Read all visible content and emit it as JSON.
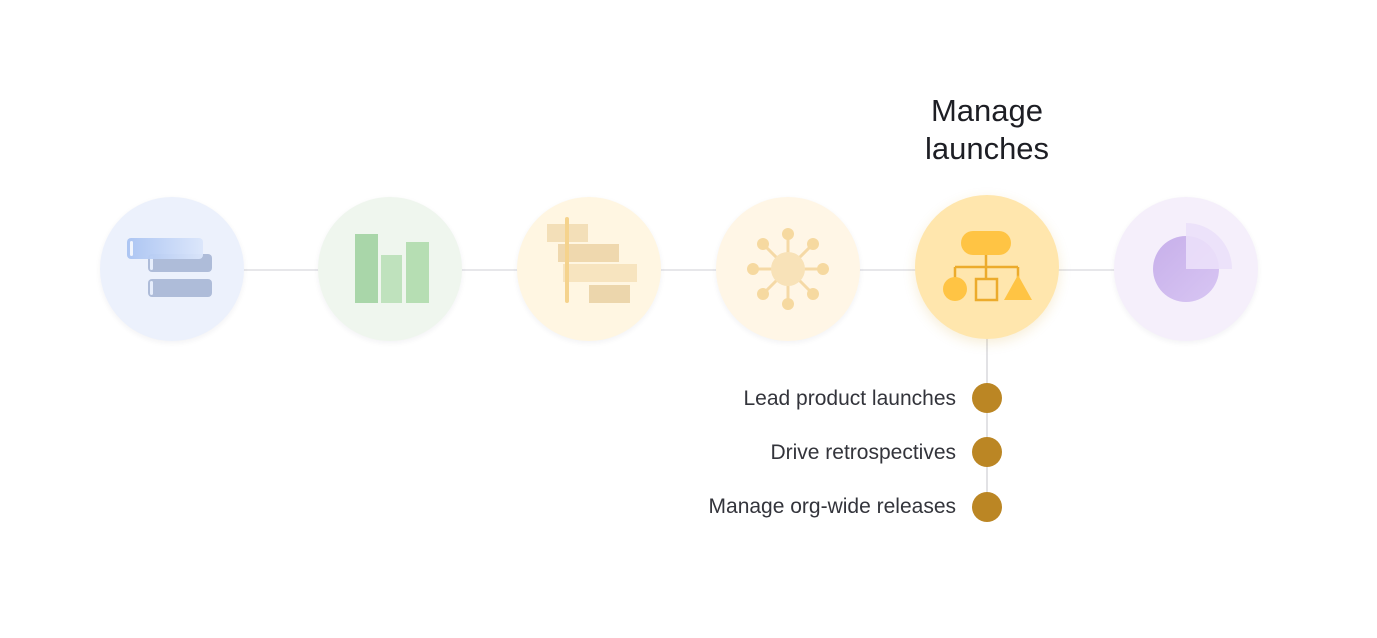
{
  "active_step": {
    "title_lines": [
      "Manage",
      "launches"
    ],
    "items": [
      "Lead product launches",
      "Drive retrospectives",
      "Manage org-wide releases"
    ]
  },
  "steps": [
    {
      "icon": "stacked-bars-icon",
      "color": "#ecf1fc"
    },
    {
      "icon": "bar-chart-icon",
      "color": "#eff6ee"
    },
    {
      "icon": "gantt-timeline-icon",
      "color": "#fff6e2"
    },
    {
      "icon": "hub-network-icon",
      "color": "#fff6e6"
    },
    {
      "icon": "flowchart-icon",
      "color": "#ffe6ad"
    },
    {
      "icon": "pie-chart-icon",
      "color": "#f5effb"
    }
  ],
  "colors": {
    "accent_dot": "#bb8624",
    "connector_line": "#e7e7ea",
    "title_text": "#1d1e24"
  }
}
